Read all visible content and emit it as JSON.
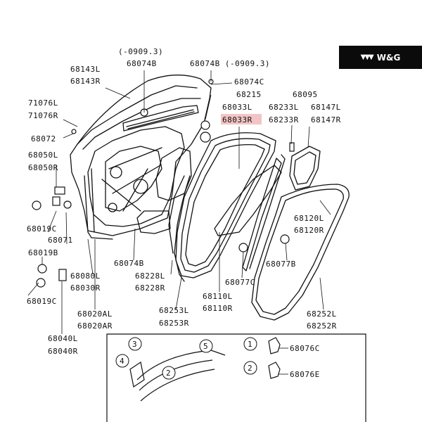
{
  "brand": {
    "mark": "▼▼▼",
    "name": "W&G"
  },
  "labels": {
    "l0909a": "(-0909.3)",
    "l68074B_top": "68074B",
    "l68074B_rt": "68074B (-0909.3)",
    "l68143L": "68143L",
    "l68143R": "68143R",
    "l68074C": "68074C",
    "l68215": "68215",
    "l68095": "68095",
    "l71076L": "71076L",
    "l71076R": "71076R",
    "l68033L": "68033L",
    "l68033R": "68033R",
    "l68233L": "68233L",
    "l68233R": "68233R",
    "l68147L": "68147L",
    "l68147R": "68147R",
    "l68072": "68072",
    "l68050L": "68050L",
    "l68050R": "68050R",
    "l68120L": "68120L",
    "l68120R": "68120R",
    "l68019C_a": "68019C",
    "l68071": "68071",
    "l68019B": "68019B",
    "l68074B_low": "68074B",
    "l68077B": "68077B",
    "l68080L": "68080L",
    "l68030R": "68030R",
    "l68228L": "68228L",
    "l68228R": "68228R",
    "l68077C": "68077C",
    "l68019C_b": "68019C",
    "l68110L": "68110L",
    "l68110R": "68110R",
    "l68020AL": "68020AL",
    "l68020AR": "68020AR",
    "l68253L": "68253L",
    "l68253R": "68253R",
    "l68252L": "68252L",
    "l68252R": "68252R",
    "l68040L": "68040L",
    "l68040R": "68040R",
    "l68076C": "68076C",
    "l68076E": "68076E",
    "c1": "1",
    "c2": "2",
    "c3": "3",
    "c4": "4",
    "c5": "5",
    "c2b": "2"
  }
}
